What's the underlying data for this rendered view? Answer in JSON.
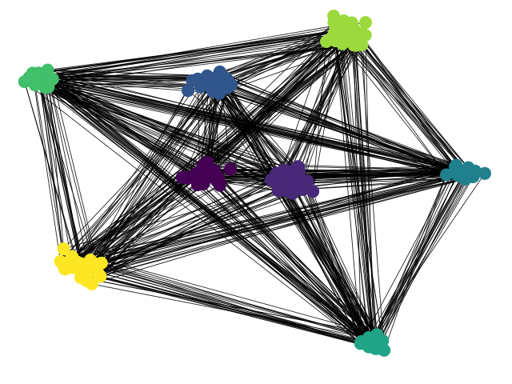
{
  "diagram": {
    "type": "network-graph",
    "layout": "clustered",
    "edge_color": "#000000",
    "background": "#ffffff",
    "clusters": [
      {
        "id": "c-dark-purple",
        "color": "#440154",
        "node_count": 34
      },
      {
        "id": "c-indigo",
        "color": "#482878",
        "node_count": 32
      },
      {
        "id": "c-blue",
        "color": "#31568c",
        "node_count": 30
      },
      {
        "id": "c-teal",
        "color": "#21808d",
        "node_count": 22
      },
      {
        "id": "c-green",
        "color": "#20a387",
        "node_count": 22
      },
      {
        "id": "c-emerald",
        "color": "#41bf6b",
        "node_count": 20
      },
      {
        "id": "c-lime",
        "color": "#9bd93c",
        "node_count": 32
      },
      {
        "id": "c-yellow",
        "color": "#fde725",
        "node_count": 34
      }
    ]
  }
}
